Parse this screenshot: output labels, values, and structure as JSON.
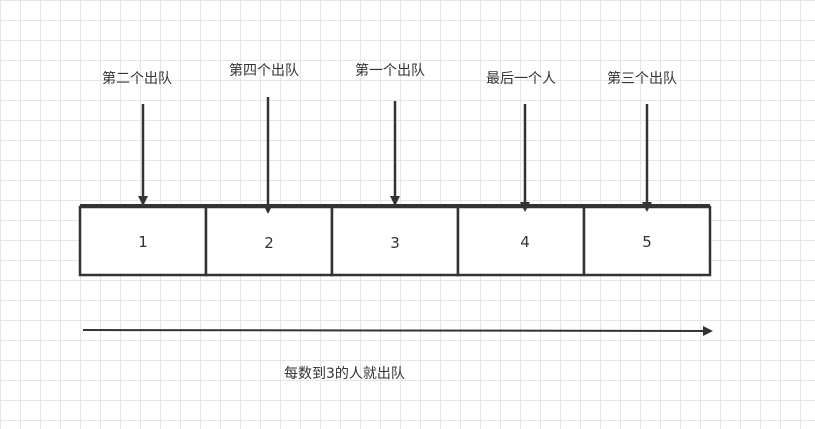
{
  "cells": [
    "1",
    "2",
    "3",
    "4",
    "5"
  ],
  "annotations": [
    {
      "text": "第二个出队",
      "cell_index": 0
    },
    {
      "text": "第四个出队",
      "cell_index": 1
    },
    {
      "text": "第一个出队",
      "cell_index": 2
    },
    {
      "text": "最后一个人",
      "cell_index": 3
    },
    {
      "text": "第三个出队",
      "cell_index": 4
    }
  ],
  "caption": "每数到3的人就出队",
  "colors": {
    "stroke": "#333333",
    "text": "#333333",
    "grid": "#e6e6e6"
  }
}
